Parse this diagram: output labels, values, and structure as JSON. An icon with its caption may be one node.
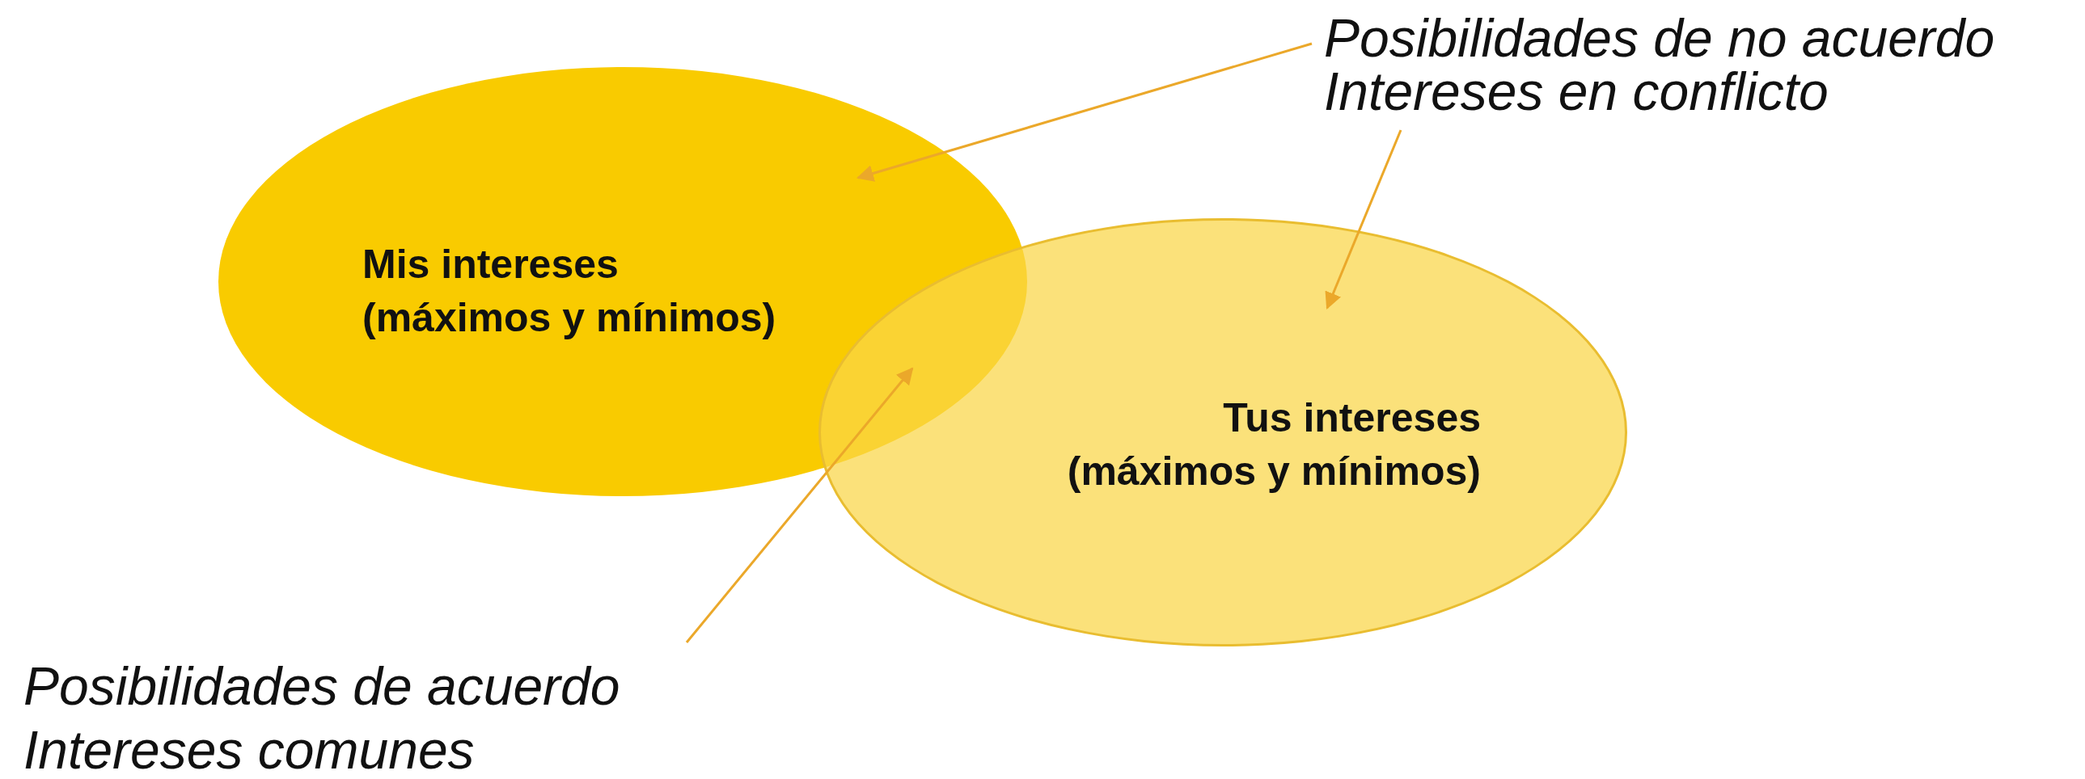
{
  "diagram": {
    "nodes": [
      {
        "text": [
          "Mis intereses (máximos y mínimos)"
        ]
      },
      {
        "text": [
          "Tus intereses (máximos y mínimos)"
        ]
      },
      {
        "text": [
          "Posibilidades de no acuerdo",
          "Intereses en conflicto"
        ]
      },
      {
        "text": [
          "Posibilidades de acuerdo",
          "Intereses comunes"
        ]
      }
    ],
    "edges": [
      {
        "from": 2,
        "to": 0,
        "arrow": "to"
      },
      {
        "from": 2,
        "to": 1,
        "arrow": "to"
      },
      {
        "from": 3,
        "to": 1,
        "arrow": "to"
      }
    ]
  }
}
